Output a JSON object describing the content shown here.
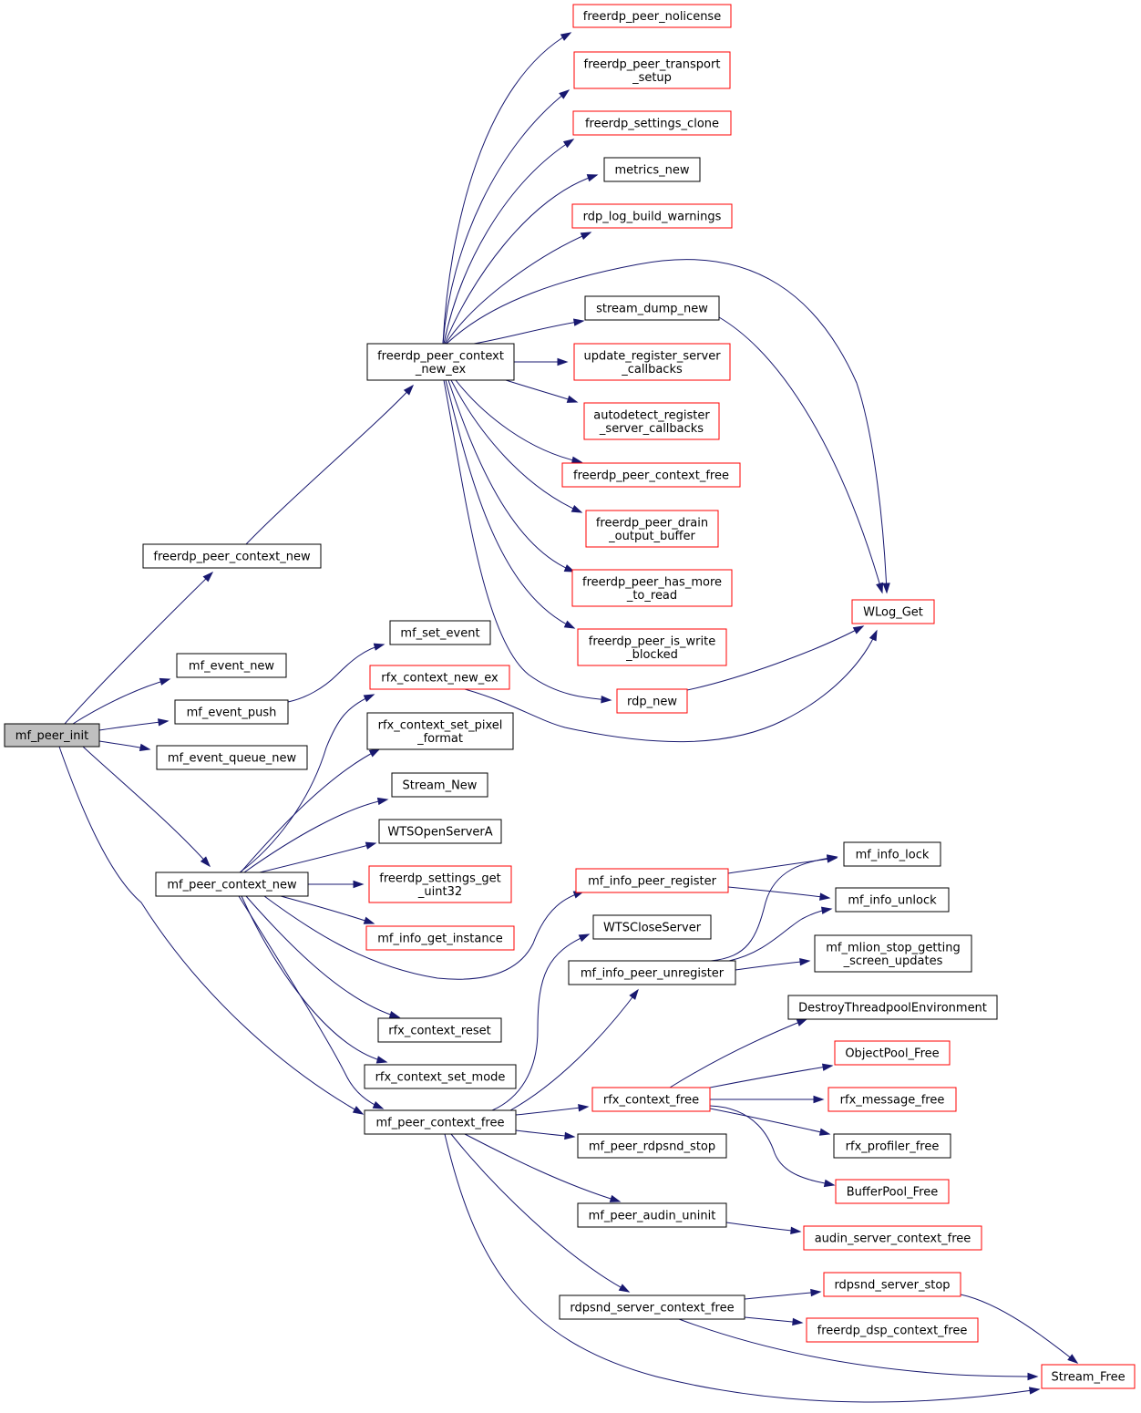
{
  "diagram": {
    "colors": {
      "edge": "#191970",
      "root_fill": "#bfbfbf",
      "normal_border": "#000000",
      "external_border": "#ff0000",
      "text": "#000000",
      "background": "#ffffff"
    },
    "nodes": [
      {
        "id": "mf_peer_init",
        "lines": [
          "mf_peer_init"
        ],
        "style": "root"
      },
      {
        "id": "freerdp_peer_context_new",
        "lines": [
          "freerdp_peer_context_new"
        ],
        "style": "normal"
      },
      {
        "id": "mf_event_new",
        "lines": [
          "mf_event_new"
        ],
        "style": "normal"
      },
      {
        "id": "mf_event_push",
        "lines": [
          "mf_event_push"
        ],
        "style": "normal"
      },
      {
        "id": "mf_event_queue_new",
        "lines": [
          "mf_event_queue_new"
        ],
        "style": "normal"
      },
      {
        "id": "mf_peer_context_new",
        "lines": [
          "mf_peer_context_new"
        ],
        "style": "normal"
      },
      {
        "id": "mf_peer_context_free",
        "lines": [
          "mf_peer_context_free"
        ],
        "style": "normal"
      },
      {
        "id": "freerdp_peer_context_new_ex",
        "lines": [
          "freerdp_peer_context",
          "_new_ex"
        ],
        "style": "normal"
      },
      {
        "id": "mf_set_event",
        "lines": [
          "mf_set_event"
        ],
        "style": "normal"
      },
      {
        "id": "rfx_context_new_ex",
        "lines": [
          "rfx_context_new_ex"
        ],
        "style": "external"
      },
      {
        "id": "rfx_context_set_pixel_format",
        "lines": [
          "rfx_context_set_pixel",
          "_format"
        ],
        "style": "normal"
      },
      {
        "id": "Stream_New",
        "lines": [
          "Stream_New"
        ],
        "style": "normal"
      },
      {
        "id": "WTSOpenServerA",
        "lines": [
          "WTSOpenServerA"
        ],
        "style": "normal"
      },
      {
        "id": "freerdp_settings_get_uint32",
        "lines": [
          "freerdp_settings_get",
          "_uint32"
        ],
        "style": "external"
      },
      {
        "id": "mf_info_get_instance",
        "lines": [
          "mf_info_get_instance"
        ],
        "style": "external"
      },
      {
        "id": "rfx_context_reset",
        "lines": [
          "rfx_context_reset"
        ],
        "style": "normal"
      },
      {
        "id": "rfx_context_set_mode",
        "lines": [
          "rfx_context_set_mode"
        ],
        "style": "normal"
      },
      {
        "id": "freerdp_peer_nolicense",
        "lines": [
          "freerdp_peer_nolicense"
        ],
        "style": "external"
      },
      {
        "id": "freerdp_peer_transport_setup",
        "lines": [
          "freerdp_peer_transport",
          "_setup"
        ],
        "style": "external"
      },
      {
        "id": "freerdp_settings_clone",
        "lines": [
          "freerdp_settings_clone"
        ],
        "style": "external"
      },
      {
        "id": "metrics_new",
        "lines": [
          "metrics_new"
        ],
        "style": "normal"
      },
      {
        "id": "rdp_log_build_warnings",
        "lines": [
          "rdp_log_build_warnings"
        ],
        "style": "external"
      },
      {
        "id": "stream_dump_new",
        "lines": [
          "stream_dump_new"
        ],
        "style": "normal"
      },
      {
        "id": "update_register_server_callbacks",
        "lines": [
          "update_register_server",
          "_callbacks"
        ],
        "style": "external"
      },
      {
        "id": "autodetect_register_server_callbacks",
        "lines": [
          "autodetect_register",
          "_server_callbacks"
        ],
        "style": "external"
      },
      {
        "id": "freerdp_peer_context_free",
        "lines": [
          "freerdp_peer_context_free"
        ],
        "style": "external"
      },
      {
        "id": "freerdp_peer_drain_output_buffer",
        "lines": [
          "freerdp_peer_drain",
          "_output_buffer"
        ],
        "style": "external"
      },
      {
        "id": "freerdp_peer_has_more_to_read",
        "lines": [
          "freerdp_peer_has_more",
          "_to_read"
        ],
        "style": "external"
      },
      {
        "id": "freerdp_peer_is_write_blocked",
        "lines": [
          "freerdp_peer_is_write",
          "_blocked"
        ],
        "style": "external"
      },
      {
        "id": "rdp_new",
        "lines": [
          "rdp_new"
        ],
        "style": "external"
      },
      {
        "id": "mf_info_peer_register",
        "lines": [
          "mf_info_peer_register"
        ],
        "style": "external"
      },
      {
        "id": "WTSCloseServer",
        "lines": [
          "WTSCloseServer"
        ],
        "style": "normal"
      },
      {
        "id": "mf_info_peer_unregister",
        "lines": [
          "mf_info_peer_unregister"
        ],
        "style": "normal"
      },
      {
        "id": "rfx_context_free",
        "lines": [
          "rfx_context_free"
        ],
        "style": "external"
      },
      {
        "id": "mf_peer_rdpsnd_stop",
        "lines": [
          "mf_peer_rdpsnd_stop"
        ],
        "style": "normal"
      },
      {
        "id": "mf_peer_audin_uninit",
        "lines": [
          "mf_peer_audin_uninit"
        ],
        "style": "normal"
      },
      {
        "id": "rdpsnd_server_context_free",
        "lines": [
          "rdpsnd_server_context_free"
        ],
        "style": "normal"
      },
      {
        "id": "WLog_Get",
        "lines": [
          "WLog_Get"
        ],
        "style": "external"
      },
      {
        "id": "mf_info_lock",
        "lines": [
          "mf_info_lock"
        ],
        "style": "normal"
      },
      {
        "id": "mf_info_unlock",
        "lines": [
          "mf_info_unlock"
        ],
        "style": "normal"
      },
      {
        "id": "mf_mlion_stop_getting_screen_updates",
        "lines": [
          "mf_mlion_stop_getting",
          "_screen_updates"
        ],
        "style": "normal"
      },
      {
        "id": "DestroyThreadpoolEnvironment",
        "lines": [
          "DestroyThreadpoolEnvironment"
        ],
        "style": "normal"
      },
      {
        "id": "ObjectPool_Free",
        "lines": [
          "ObjectPool_Free"
        ],
        "style": "external"
      },
      {
        "id": "rfx_message_free",
        "lines": [
          "rfx_message_free"
        ],
        "style": "external"
      },
      {
        "id": "rfx_profiler_free",
        "lines": [
          "rfx_profiler_free"
        ],
        "style": "normal"
      },
      {
        "id": "BufferPool_Free",
        "lines": [
          "BufferPool_Free"
        ],
        "style": "external"
      },
      {
        "id": "audin_server_context_free",
        "lines": [
          "audin_server_context_free"
        ],
        "style": "external"
      },
      {
        "id": "rdpsnd_server_stop",
        "lines": [
          "rdpsnd_server_stop"
        ],
        "style": "external"
      },
      {
        "id": "freerdp_dsp_context_free",
        "lines": [
          "freerdp_dsp_context_free"
        ],
        "style": "external"
      },
      {
        "id": "Stream_Free",
        "lines": [
          "Stream_Free"
        ],
        "style": "external"
      }
    ],
    "edges": [
      {
        "from": "mf_peer_init",
        "to": "freerdp_peer_context_new"
      },
      {
        "from": "mf_peer_init",
        "to": "mf_event_new"
      },
      {
        "from": "mf_peer_init",
        "to": "mf_event_push"
      },
      {
        "from": "mf_peer_init",
        "to": "mf_event_queue_new"
      },
      {
        "from": "mf_peer_init",
        "to": "mf_peer_context_new"
      },
      {
        "from": "mf_peer_init",
        "to": "mf_peer_context_free"
      },
      {
        "from": "freerdp_peer_context_new",
        "to": "freerdp_peer_context_new_ex"
      },
      {
        "from": "mf_event_push",
        "to": "mf_set_event"
      },
      {
        "from": "freerdp_peer_context_new_ex",
        "to": "freerdp_peer_nolicense"
      },
      {
        "from": "freerdp_peer_context_new_ex",
        "to": "freerdp_peer_transport_setup"
      },
      {
        "from": "freerdp_peer_context_new_ex",
        "to": "freerdp_settings_clone"
      },
      {
        "from": "freerdp_peer_context_new_ex",
        "to": "metrics_new"
      },
      {
        "from": "freerdp_peer_context_new_ex",
        "to": "rdp_log_build_warnings"
      },
      {
        "from": "freerdp_peer_context_new_ex",
        "to": "WLog_Get"
      },
      {
        "from": "freerdp_peer_context_new_ex",
        "to": "stream_dump_new"
      },
      {
        "from": "freerdp_peer_context_new_ex",
        "to": "update_register_server_callbacks"
      },
      {
        "from": "freerdp_peer_context_new_ex",
        "to": "autodetect_register_server_callbacks"
      },
      {
        "from": "freerdp_peer_context_new_ex",
        "to": "freerdp_peer_context_free"
      },
      {
        "from": "freerdp_peer_context_new_ex",
        "to": "freerdp_peer_drain_output_buffer"
      },
      {
        "from": "freerdp_peer_context_new_ex",
        "to": "freerdp_peer_has_more_to_read"
      },
      {
        "from": "freerdp_peer_context_new_ex",
        "to": "freerdp_peer_is_write_blocked"
      },
      {
        "from": "freerdp_peer_context_new_ex",
        "to": "rdp_new"
      },
      {
        "from": "stream_dump_new",
        "to": "WLog_Get"
      },
      {
        "from": "rdp_new",
        "to": "WLog_Get"
      },
      {
        "from": "rfx_context_new_ex",
        "to": "WLog_Get"
      },
      {
        "from": "mf_peer_context_new",
        "to": "rfx_context_new_ex"
      },
      {
        "from": "mf_peer_context_new",
        "to": "rfx_context_set_pixel_format"
      },
      {
        "from": "mf_peer_context_new",
        "to": "Stream_New"
      },
      {
        "from": "mf_peer_context_new",
        "to": "WTSOpenServerA"
      },
      {
        "from": "mf_peer_context_new",
        "to": "freerdp_settings_get_uint32"
      },
      {
        "from": "mf_peer_context_new",
        "to": "mf_info_get_instance"
      },
      {
        "from": "mf_peer_context_new",
        "to": "mf_info_peer_register"
      },
      {
        "from": "mf_peer_context_new",
        "to": "rfx_context_reset"
      },
      {
        "from": "mf_peer_context_new",
        "to": "rfx_context_set_mode"
      },
      {
        "from": "mf_peer_context_new",
        "to": "mf_peer_context_free"
      },
      {
        "from": "mf_info_peer_register",
        "to": "mf_info_lock"
      },
      {
        "from": "mf_info_peer_register",
        "to": "mf_info_unlock"
      },
      {
        "from": "mf_info_peer_unregister",
        "to": "mf_info_lock"
      },
      {
        "from": "mf_info_peer_unregister",
        "to": "mf_info_unlock"
      },
      {
        "from": "mf_info_peer_unregister",
        "to": "mf_mlion_stop_getting_screen_updates"
      },
      {
        "from": "mf_peer_context_free",
        "to": "WTSCloseServer"
      },
      {
        "from": "mf_peer_context_free",
        "to": "mf_info_peer_unregister"
      },
      {
        "from": "mf_peer_context_free",
        "to": "rfx_context_free"
      },
      {
        "from": "mf_peer_context_free",
        "to": "mf_peer_rdpsnd_stop"
      },
      {
        "from": "mf_peer_context_free",
        "to": "mf_peer_audin_uninit"
      },
      {
        "from": "mf_peer_context_free",
        "to": "rdpsnd_server_context_free"
      },
      {
        "from": "mf_peer_context_free",
        "to": "Stream_Free"
      },
      {
        "from": "rfx_context_free",
        "to": "DestroyThreadpoolEnvironment"
      },
      {
        "from": "rfx_context_free",
        "to": "ObjectPool_Free"
      },
      {
        "from": "rfx_context_free",
        "to": "rfx_message_free"
      },
      {
        "from": "rfx_context_free",
        "to": "rfx_profiler_free"
      },
      {
        "from": "rfx_context_free",
        "to": "BufferPool_Free"
      },
      {
        "from": "mf_peer_audin_uninit",
        "to": "audin_server_context_free"
      },
      {
        "from": "rdpsnd_server_context_free",
        "to": "rdpsnd_server_stop"
      },
      {
        "from": "rdpsnd_server_context_free",
        "to": "freerdp_dsp_context_free"
      },
      {
        "from": "rdpsnd_server_context_free",
        "to": "Stream_Free"
      },
      {
        "from": "rdpsnd_server_stop",
        "to": "Stream_Free"
      }
    ]
  }
}
